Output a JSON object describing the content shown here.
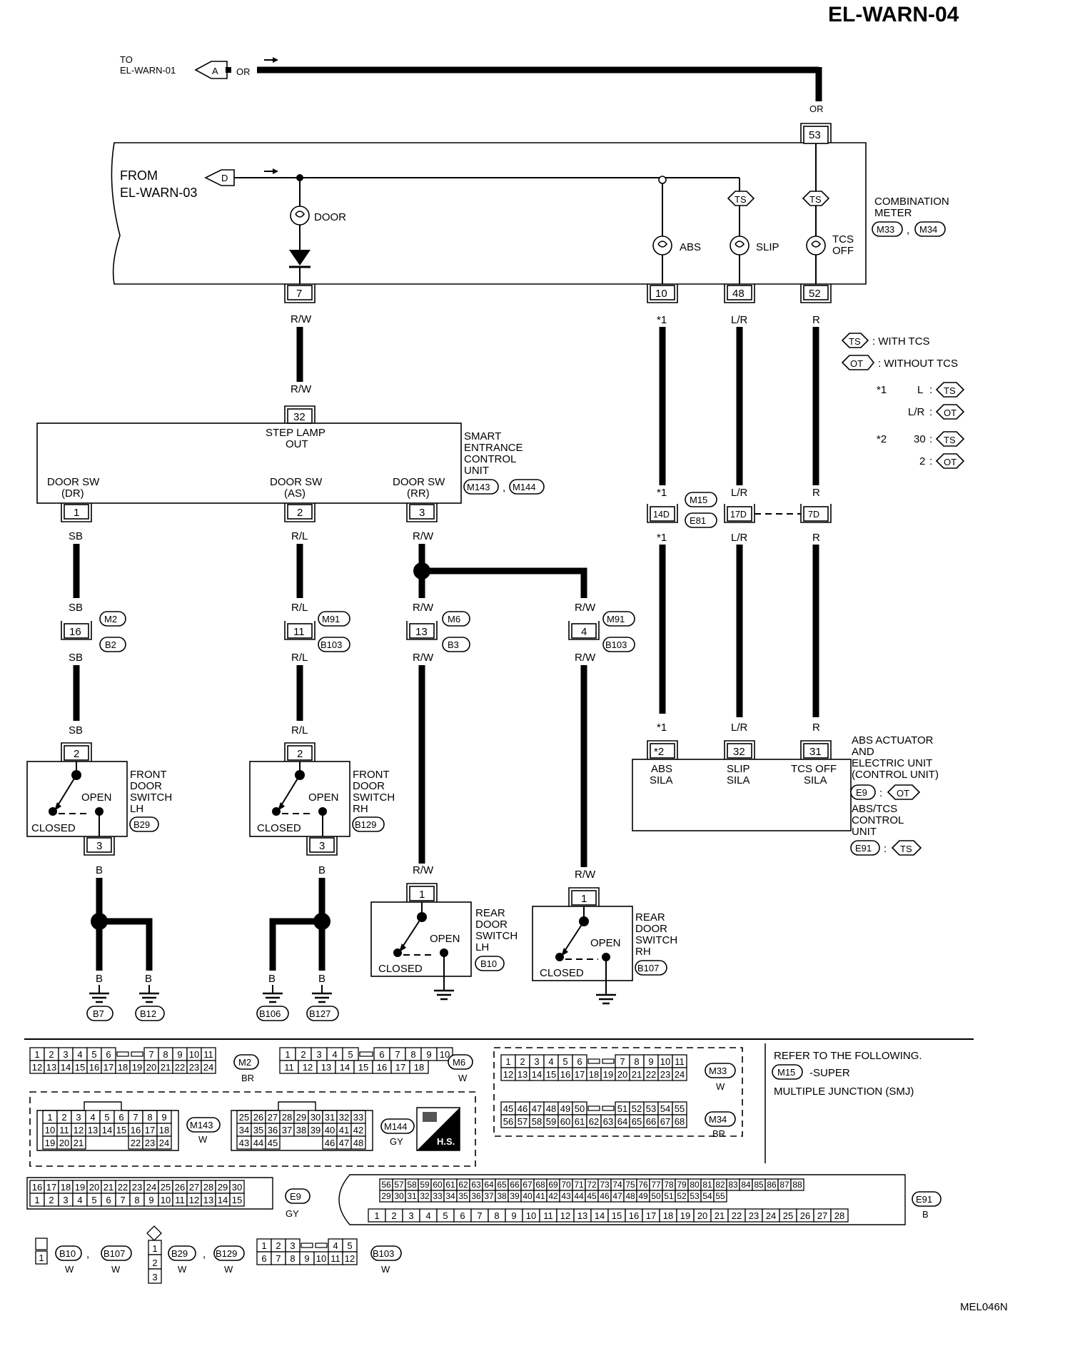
{
  "page_title": "EL-WARN-04",
  "figure_id": "MEL046N",
  "top_link": {
    "to_label": "TO",
    "to_ref": "EL-WARN-01",
    "connector_letter": "A",
    "wire_color": "OR"
  },
  "from_link": {
    "from_label": "FROM",
    "from_ref": "EL-WARN-03",
    "connector_letter": "D"
  },
  "combination_meter": {
    "name_line1": "COMBINATION",
    "name_line2": "METER",
    "connectors": [
      "M33",
      "M34"
    ],
    "lamps": {
      "door": "DOOR",
      "abs": "ABS",
      "slip": "SLIP",
      "tcs_line1": "TCS",
      "tcs_line2": "OFF"
    },
    "tcs_tag": "TS",
    "pins": {
      "door": "7",
      "abs": "10",
      "slip": "48",
      "tcs": "53",
      "tcs_bottom": "52"
    },
    "pin_top": "53",
    "wires": {
      "top_or": "OR",
      "door": "R/W",
      "abs": "*1",
      "slip": "L/R",
      "tcs": "R"
    }
  },
  "legend": {
    "ts_tag": "TS",
    "ts_text": ": WITH TCS",
    "ot_tag": "OT",
    "ot_text": ": WITHOUT TCS",
    "star1": "*1",
    "star1_a_val": "L",
    "star1_b_val": "L/R",
    "star2": "*2",
    "star2_a_val": "30",
    "star2_b_val": "2",
    "colon": ":"
  },
  "smart_entrance": {
    "name_line1": "SMART",
    "name_line2": "ENTRANCE",
    "name_line3": "CONTROL",
    "name_line4": "UNIT",
    "connectors": [
      "M143",
      "M144"
    ],
    "step_lamp_line1": "STEP LAMP",
    "step_lamp_line2": "OUT",
    "pin_step": "32",
    "wire_step": "R/W",
    "door_sw_dr_1": "DOOR SW",
    "door_sw_dr_2": "(DR)",
    "door_sw_as_1": "DOOR SW",
    "door_sw_as_2": "(AS)",
    "door_sw_rr_1": "DOOR SW",
    "door_sw_rr_2": "(RR)",
    "pin_dr": "1",
    "pin_as": "2",
    "pin_rr": "3"
  },
  "wires": {
    "sb": "SB",
    "rl": "R/L",
    "rw": "R/W",
    "b": "B",
    "lr": "L/R",
    "r": "R",
    "star1": "*1"
  },
  "joints": {
    "j1_pin": "16",
    "j1_top": "M2",
    "j1_bot": "B2",
    "j2_pin": "11",
    "j2_top": "M91",
    "j2_bot": "B103",
    "j3_pin": "13",
    "j3_top": "M6",
    "j3_bot": "B3",
    "j4_pin": "4",
    "j4_top": "M91",
    "j4_bot": "B103",
    "smj_pin_abs": "14D",
    "smj_pin_slip": "17D",
    "smj_pin_tcs": "7D",
    "smj_top": "M15",
    "smj_bot": "E81"
  },
  "switches": {
    "flh_name": [
      "FRONT",
      "DOOR",
      "SWITCH",
      "LH"
    ],
    "flh_conn": "B29",
    "frh_name": [
      "FRONT",
      "DOOR",
      "SWITCH",
      "RH"
    ],
    "frh_conn": "B129",
    "rlh_name": [
      "REAR",
      "DOOR",
      "SWITCH",
      "LH"
    ],
    "rlh_conn": "B10",
    "rrh_name": [
      "REAR",
      "DOOR",
      "SWITCH",
      "RH"
    ],
    "rrh_conn": "B107",
    "open": "OPEN",
    "closed": "CLOSED",
    "pin2": "2",
    "pin3": "3",
    "pin1": "1"
  },
  "grounds": [
    "B7",
    "B12",
    "B106",
    "B127"
  ],
  "abs_unit": {
    "name": [
      "ABS ACTUATOR",
      "AND",
      "ELECTRIC UNIT",
      "(CONTROL UNIT)"
    ],
    "e9": "E9",
    "ot": "OT",
    "name2": [
      "ABS/TCS",
      "CONTROL",
      "UNIT"
    ],
    "e91": "E91",
    "ts": "TS",
    "pin_abs": "*2",
    "pin_slip": "32",
    "pin_tcs": "31",
    "lbl_abs": [
      "ABS",
      "SILA"
    ],
    "lbl_slip": [
      "SLIP",
      "SILA"
    ],
    "lbl_tcs": [
      "TCS OFF",
      "SILA"
    ]
  },
  "connector_views": {
    "m2": {
      "name": "M2",
      "color": "BR"
    },
    "m6": {
      "name": "M6",
      "color": "W"
    },
    "m33": {
      "name": "M33",
      "color": "W"
    },
    "m34": {
      "name": "M34",
      "color": "BR"
    },
    "m143": {
      "name": "M143",
      "color": "W"
    },
    "m144": {
      "name": "M144",
      "color": "GY"
    },
    "hs": "H.S.",
    "e9": {
      "name": "E9",
      "color": "GY"
    },
    "e91": {
      "name": "E91",
      "color": "B"
    },
    "b10": "B10",
    "b107": "B107",
    "b29": "B29",
    "b129": "B129",
    "b103": "B103",
    "w": "W"
  },
  "refer_note": {
    "line1": "REFER TO THE FOLLOWING.",
    "tag": "M15",
    "line2": "-SUPER",
    "line3": "MULTIPLE JUNCTION (SMJ)"
  }
}
